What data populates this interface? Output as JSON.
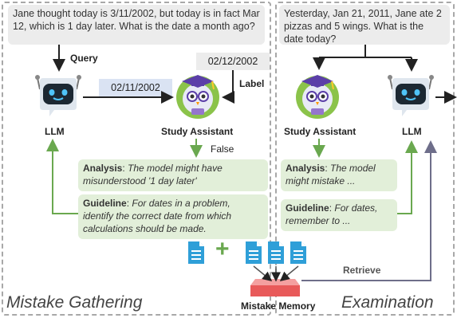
{
  "left": {
    "question": "Jane thought today is 3/11/2002, but today is in fact Mar 12, which is 1 day later. What is the date a month ago?",
    "query_label": "Query",
    "llm_label": "LLM",
    "llm_output": "02/11/2002",
    "label_value": "02/12/2002",
    "label_caption": "Label",
    "assistant_label": "Study Assistant",
    "false_label": "False",
    "analysis_head": "Analysis",
    "analysis_text": "The model might have misunderstood '1 day later'",
    "guideline_head": "Guideline",
    "guideline_text": "For dates in a problem, identify the correct date from which calculations should be made.",
    "plus": "+",
    "title": "Mistake Gathering"
  },
  "right": {
    "question": "Yesterday, Jan 21, 2011, Jane ate 2 pizzas and 5 wings. What is the date today?",
    "assistant_label": "Study Assistant",
    "llm_label": "LLM",
    "analysis_head": "Analysis",
    "analysis_text": "The model might mistake ...",
    "guideline_head": "Guideline",
    "guideline_text": "For dates, remember to ...",
    "title": "Examination"
  },
  "memory": {
    "label": "Mistake Memory",
    "retrieve_label": "Retrieve"
  },
  "colors": {
    "green_arrow": "#6aa84f",
    "note_bg": "#e2efd9",
    "date_blue": "#dae3f3",
    "memory_red": "#f07070",
    "doc_blue": "#2f9fd8",
    "robot_face": "#1c2833",
    "robot_eye": "#4fc3f7",
    "retrieve_arrow": "#6e6e8a"
  },
  "icons": [
    "robot-icon",
    "assistant-owl-icon",
    "document-icon",
    "memory-box-icon"
  ]
}
